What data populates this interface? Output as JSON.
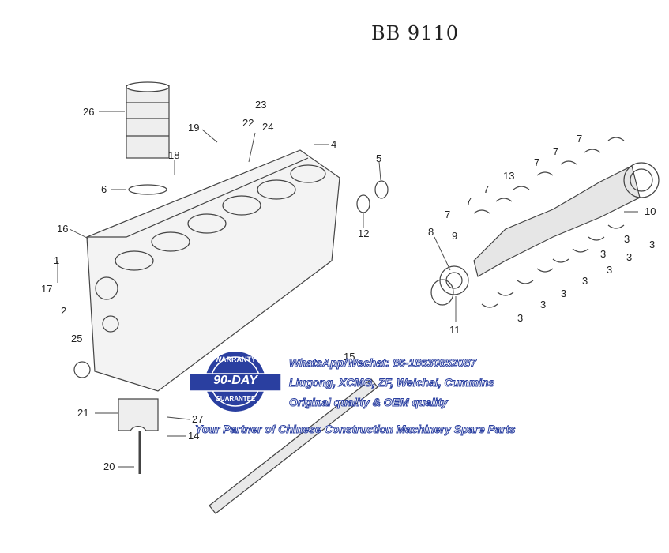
{
  "title": "BB 9110",
  "callouts": [
    "26",
    "23",
    "22",
    "24",
    "19",
    "18",
    "4",
    "5",
    "6",
    "12",
    "16",
    "1",
    "17",
    "2",
    "25",
    "21",
    "27",
    "14",
    "20",
    "15",
    "7",
    "7",
    "7",
    "13",
    "7",
    "7",
    "7",
    "10",
    "8",
    "9",
    "3",
    "3",
    "3",
    "3",
    "3",
    "3",
    "3",
    "3",
    "3",
    "11"
  ],
  "badge": {
    "top": "WARRANTY",
    "middle": "90-DAY",
    "bottom": "GUARANTEE"
  },
  "ad_lines": [
    "WhatsApp/Wechat: 86-18630852087",
    "Liugong, XCMG, ZF, Weichai, Cummins",
    "Original quality & OEM quality",
    "Your Partner of Chinese Construction Machinery Spare Parts"
  ],
  "colors": {
    "badge": "#2a3fa0",
    "ink": "#222222"
  }
}
